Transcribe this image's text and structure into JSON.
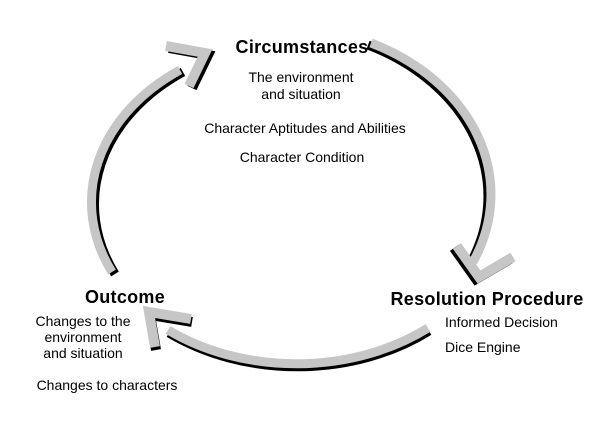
{
  "colors": {
    "background": "#ffffff",
    "arrow_fill": "#c6c6c6",
    "arrow_shadow": "#000000",
    "text": "#000000"
  },
  "diagram": {
    "type": "cycle",
    "nodes": [
      {
        "id": "circumstances",
        "title": "Circumstances",
        "details": [
          "The environment\nand situation",
          "Character Aptitudes and Abilities",
          "Character Condition"
        ]
      },
      {
        "id": "resolution-procedure",
        "title": "Resolution Procedure",
        "details": [
          "Informed Decision",
          "Dice Engine"
        ]
      },
      {
        "id": "outcome",
        "title": "Outcome",
        "details": [
          "Changes to the\nenvironment\nand situation",
          "Changes to characters"
        ]
      }
    ],
    "edges": [
      {
        "from": "outcome",
        "to": "circumstances"
      },
      {
        "from": "circumstances",
        "to": "resolution-procedure"
      },
      {
        "from": "resolution-procedure",
        "to": "outcome"
      }
    ]
  }
}
